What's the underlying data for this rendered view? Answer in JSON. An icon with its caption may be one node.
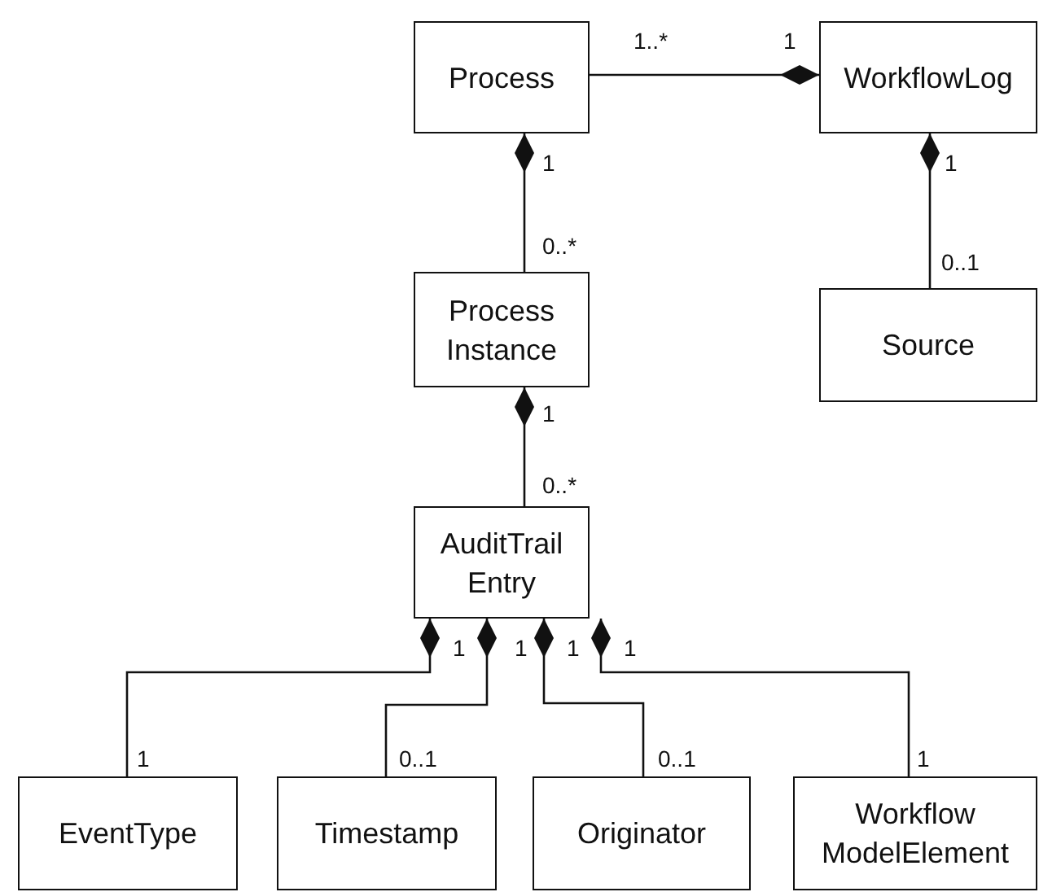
{
  "diagram": {
    "nodes": [
      {
        "text": [
          "Process"
        ]
      },
      {
        "text": [
          "WorkflowLog"
        ]
      },
      {
        "text": [
          "Process Instance"
        ]
      },
      {
        "text": [
          "Source"
        ]
      },
      {
        "text": [
          "AuditTrail Entry"
        ]
      },
      {
        "text": [
          "EventType"
        ]
      },
      {
        "text": [
          "Timestamp"
        ]
      },
      {
        "text": [
          "Originator"
        ]
      },
      {
        "text": [
          "Workflow ModelElement"
        ]
      }
    ],
    "edges": [
      {
        "from": 0,
        "to": 1,
        "arrow": "other"
      },
      {
        "from": 2,
        "to": 0,
        "arrow": "other"
      },
      {
        "from": 3,
        "to": 1,
        "arrow": "other"
      },
      {
        "from": 4,
        "to": 2,
        "arrow": "other"
      },
      {
        "from": 5,
        "to": 4,
        "arrow": "other"
      },
      {
        "from": 6,
        "to": 4,
        "arrow": "other"
      },
      {
        "from": 7,
        "to": 4,
        "arrow": "other"
      },
      {
        "from": 8,
        "to": 4,
        "arrow": "other"
      }
    ],
    "labels": [
      "1..*",
      "1",
      "1",
      "1",
      "0..*",
      "0..1",
      "1",
      "0..*",
      "1",
      "1",
      "1",
      "1",
      "1",
      "0..1",
      "0..1",
      "1"
    ]
  }
}
